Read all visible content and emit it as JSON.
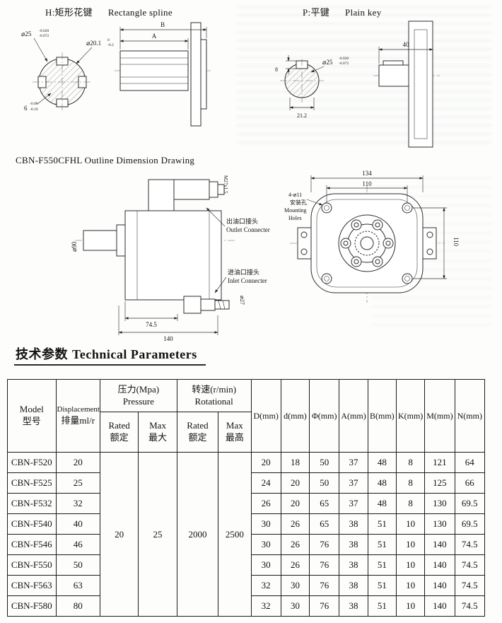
{
  "titles": {
    "spline_cn": "H:矩形花键",
    "spline_en": "Rectangle spline",
    "key_cn": "P:平键",
    "key_en": "Plain key",
    "outline": "CBN-F550CFHL Outline Dimension Drawing",
    "params_cn": "技术参数",
    "params_en": "Technical Parameters"
  },
  "spline_dims": {
    "B": "B",
    "A": "A",
    "dia25": "⌀25",
    "dia25_tol_u": "-0.020",
    "dia25_tol_l": "-0.072",
    "dia201": "⌀20.1",
    "dia201_tol_u": "0",
    "dia201_tol_l": "-0.2",
    "w6": "6",
    "w6_tol_u": "-0.08",
    "w6_tol_l": "-0.10"
  },
  "key_dims": {
    "len40": "40",
    "dia25": "⌀25",
    "dia25_tol_u": "-0.020",
    "dia25_tol_l": "-0.072",
    "h8": "8",
    "w212": "21.2"
  },
  "outline_labels": {
    "dia90": "⌀90",
    "dia27": "⌀27",
    "m27": "M27x1.5",
    "outlet_cn": "出油口接头",
    "outlet_en": "Outlet Connecter",
    "inlet_cn": "进油口接头",
    "inlet_en": "Inlet Connecter",
    "len745": "74.5",
    "len140": "140",
    "holes": "4-⌀11",
    "mount_cn": "安装孔",
    "mount_en1": "Mounting",
    "mount_en2": "Holes",
    "w134": "134",
    "w110": "110",
    "h110": "110"
  },
  "table": {
    "headers": {
      "model_en": "Model",
      "model_cn": "型号",
      "disp_en": "Displacement",
      "disp_cn": "排量ml/r",
      "pressure_cn": "压力(Mpa)",
      "pressure_en": "Pressure",
      "p_rated_en": "Rated",
      "p_rated_cn": "额定",
      "p_max_en": "Max",
      "p_max_cn": "最大",
      "speed_cn": "转速(r/min)",
      "speed_en": "Rotational",
      "s_rated_en": "Rated",
      "s_rated_cn": "额定",
      "s_max_en": "Max",
      "s_max_cn": "最高",
      "dims": [
        "D(mm)",
        "d(mm)",
        "Φ(mm)",
        "A(mm)",
        "B(mm)",
        "K(mm)",
        "M(mm)",
        "N(mm)"
      ]
    },
    "merged": {
      "pressure_rated": "20",
      "pressure_max": "25",
      "speed_rated": "2000",
      "speed_max": "2500"
    },
    "rows": [
      {
        "model": "CBN-F520",
        "displacement": "20",
        "vals": [
          "20",
          "18",
          "50",
          "37",
          "48",
          "8",
          "121",
          "64"
        ]
      },
      {
        "model": "CBN-F525",
        "displacement": "25",
        "vals": [
          "24",
          "20",
          "50",
          "37",
          "48",
          "8",
          "125",
          "66"
        ]
      },
      {
        "model": "CBN-F532",
        "displacement": "32",
        "vals": [
          "26",
          "20",
          "65",
          "37",
          "48",
          "8",
          "130",
          "69.5"
        ]
      },
      {
        "model": "CBN-F540",
        "displacement": "40",
        "vals": [
          "30",
          "26",
          "65",
          "38",
          "51",
          "10",
          "130",
          "69.5"
        ]
      },
      {
        "model": "CBN-F546",
        "displacement": "46",
        "vals": [
          "30",
          "26",
          "76",
          "38",
          "51",
          "10",
          "140",
          "74.5"
        ]
      },
      {
        "model": "CBN-F550",
        "displacement": "50",
        "vals": [
          "30",
          "26",
          "76",
          "38",
          "51",
          "10",
          "140",
          "74.5"
        ]
      },
      {
        "model": "CBN-F563",
        "displacement": "63",
        "vals": [
          "32",
          "30",
          "76",
          "38",
          "51",
          "10",
          "140",
          "74.5"
        ]
      },
      {
        "model": "CBN-F580",
        "displacement": "80",
        "vals": [
          "32",
          "30",
          "76",
          "38",
          "51",
          "10",
          "140",
          "74.5"
        ]
      }
    ]
  }
}
